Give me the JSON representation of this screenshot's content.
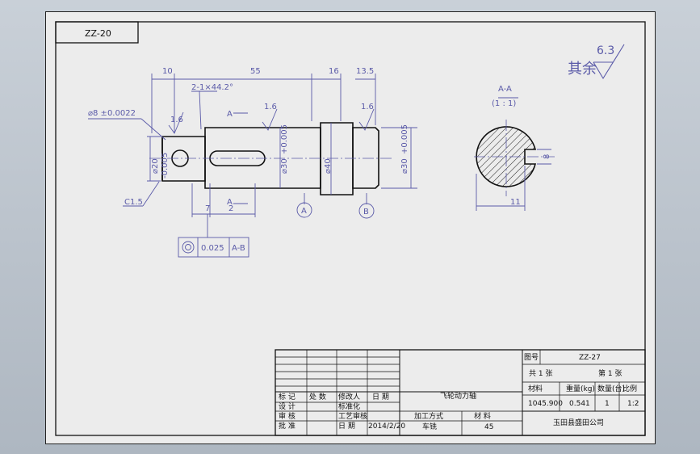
{
  "drawing_code": "ZZ-20",
  "dims": {
    "d10": "10",
    "d55": "55",
    "d16": "16",
    "d13_5": "13.5",
    "chamfer_edge": "2-1×44.2°",
    "hole": "⌀8 ±0.0022",
    "c15": "C1.5",
    "d7": "7",
    "len2": "2",
    "dia20": "⌀20",
    "dia20_tol": "-0.005",
    "dia30a": "⌀30",
    "dia30a_tol": "+0.005",
    "dia40": "⌀40",
    "dia30b": "⌀30",
    "dia30b_tol": "+0.005",
    "rough1": "1.6",
    "rough2": "1.6",
    "rough3": "1.6",
    "section_a_top": "A",
    "section_a_bottom": "A",
    "datum_a": "A",
    "datum_b": "B",
    "tol_value": "0.025",
    "tol_datum": "A-B",
    "section_title": "A-A",
    "section_scale": "(1 : 1)",
    "section_w11": "11",
    "section_key": "8",
    "rough_rest_label": "其余",
    "rough_rest_value": "6.3"
  },
  "title_block": {
    "hdr_mark": "标 记",
    "hdr_count": "处 数",
    "hdr_doc": "修改人",
    "hdr_date": "日 期",
    "design": "设 计",
    "design_std": "标准化",
    "review": "审 核",
    "process": "工艺审核",
    "approve": "批 准",
    "date_label": "日 期",
    "date": "2014/2/20",
    "part_name": "飞轮动力轴",
    "method_label": "加工方式",
    "material_label": "材   料",
    "method_value": "车铣",
    "material_value": "45",
    "drawing_no_label": "图号",
    "drawing_no": "ZZ-27",
    "sheets_total": "共  1  张",
    "sheet_no": "第  1  张",
    "col_material": "材料",
    "col_weight": "重量(kg)",
    "col_qty": "数量(台)",
    "col_scale": "比例",
    "val_material": "1045.900",
    "val_weight": "0.541",
    "val_qty": "1",
    "val_scale": "1:2",
    "company": "玉田县盛田公司"
  }
}
